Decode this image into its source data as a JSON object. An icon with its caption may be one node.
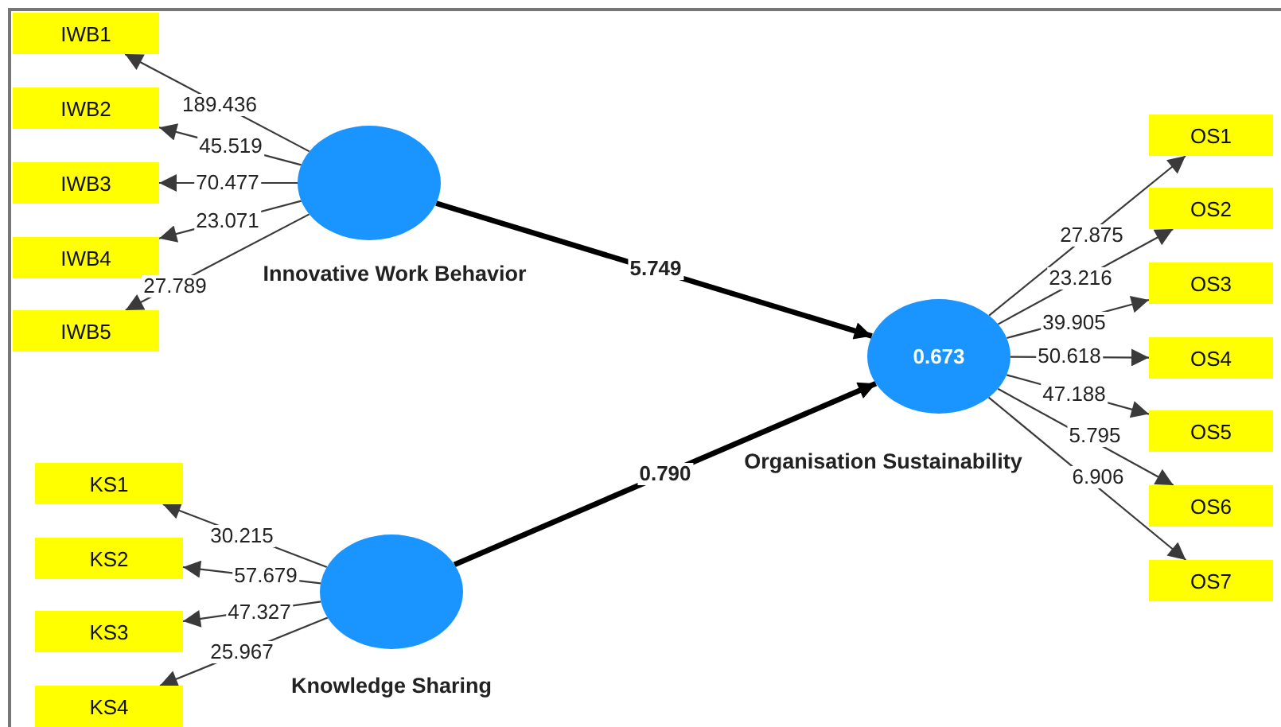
{
  "diagram": {
    "nodes": [
      {
        "text": [
          "IWB1"
        ]
      },
      {
        "text": [
          "IWB2"
        ]
      },
      {
        "text": [
          "IWB3"
        ]
      },
      {
        "text": [
          "IWB4"
        ]
      },
      {
        "text": [
          "IWB5"
        ]
      },
      {
        "text": [
          "Innovative Work Behavior"
        ]
      },
      {
        "text": [
          "KS1"
        ]
      },
      {
        "text": [
          "KS2"
        ]
      },
      {
        "text": [
          "KS3"
        ]
      },
      {
        "text": [
          "KS4"
        ]
      },
      {
        "text": [
          "Knowledge Sharing"
        ]
      },
      {
        "text": [
          "0.673",
          "Organisation Sustainability"
        ]
      },
      {
        "text": [
          "OS1"
        ]
      },
      {
        "text": [
          "OS2"
        ]
      },
      {
        "text": [
          "OS3"
        ]
      },
      {
        "text": [
          "OS4"
        ]
      },
      {
        "text": [
          "OS5"
        ]
      },
      {
        "text": [
          "OS6"
        ]
      },
      {
        "text": [
          "OS7"
        ]
      }
    ],
    "edges": [
      {
        "from": 5,
        "to": 0,
        "arrow": "to",
        "label": "189.436"
      },
      {
        "from": 5,
        "to": 1,
        "arrow": "to",
        "label": "45.519"
      },
      {
        "from": 5,
        "to": 2,
        "arrow": "to",
        "label": "70.477"
      },
      {
        "from": 5,
        "to": 3,
        "arrow": "to",
        "label": "23.071"
      },
      {
        "from": 5,
        "to": 4,
        "arrow": "to",
        "label": "27.789"
      },
      {
        "from": 10,
        "to": 6,
        "arrow": "to",
        "label": "30.215"
      },
      {
        "from": 10,
        "to": 7,
        "arrow": "to",
        "label": "57.679"
      },
      {
        "from": 10,
        "to": 8,
        "arrow": "to",
        "label": "47.327"
      },
      {
        "from": 10,
        "to": 9,
        "arrow": "to",
        "label": "25.967"
      },
      {
        "from": 11,
        "to": 12,
        "arrow": "to",
        "label": "27.875"
      },
      {
        "from": 11,
        "to": 13,
        "arrow": "to",
        "label": "23.216"
      },
      {
        "from": 11,
        "to": 14,
        "arrow": "to",
        "label": "39.905"
      },
      {
        "from": 11,
        "to": 15,
        "arrow": "to",
        "label": "50.618"
      },
      {
        "from": 11,
        "to": 16,
        "arrow": "to",
        "label": "47.188"
      },
      {
        "from": 11,
        "to": 17,
        "arrow": "to",
        "label": "5.795"
      },
      {
        "from": 11,
        "to": 18,
        "arrow": "to",
        "label": "6.906"
      },
      {
        "from": 5,
        "to": 11,
        "arrow": "to",
        "label": "5.749",
        "style": "thick",
        "color": "#000000"
      },
      {
        "from": 10,
        "to": 11,
        "arrow": "to",
        "label": "0.790",
        "style": "thick",
        "color": "#000000"
      }
    ]
  }
}
